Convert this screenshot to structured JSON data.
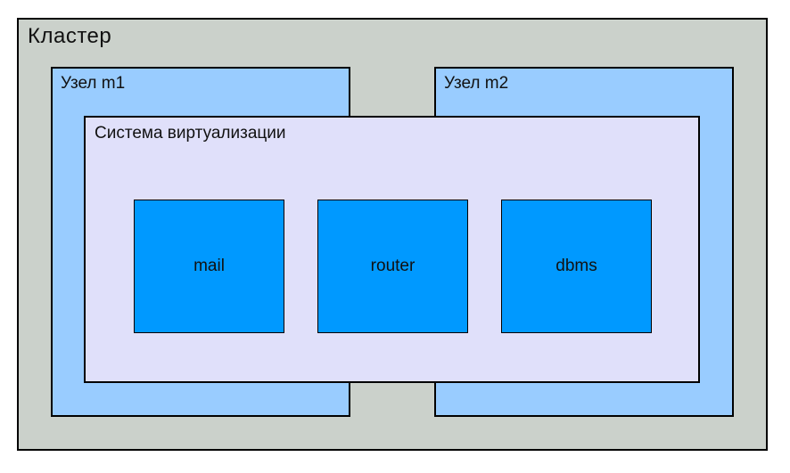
{
  "colors": {
    "canvas_bg": "#ffffff",
    "cluster_bg": "#cbd1cb",
    "node_bg": "#99ccff",
    "virtualization_bg": "#e0e0fa",
    "vm_bg": "#0099ff",
    "border": "#000000",
    "text": "#111111"
  },
  "diagram": {
    "cluster": {
      "label": "Кластер"
    },
    "nodes": [
      {
        "label": "Узел m1"
      },
      {
        "label": "Узел m2"
      }
    ],
    "virtualization": {
      "label": "Система виртуализации"
    },
    "vms": [
      {
        "label": "mail"
      },
      {
        "label": "router"
      },
      {
        "label": "dbms"
      }
    ]
  }
}
